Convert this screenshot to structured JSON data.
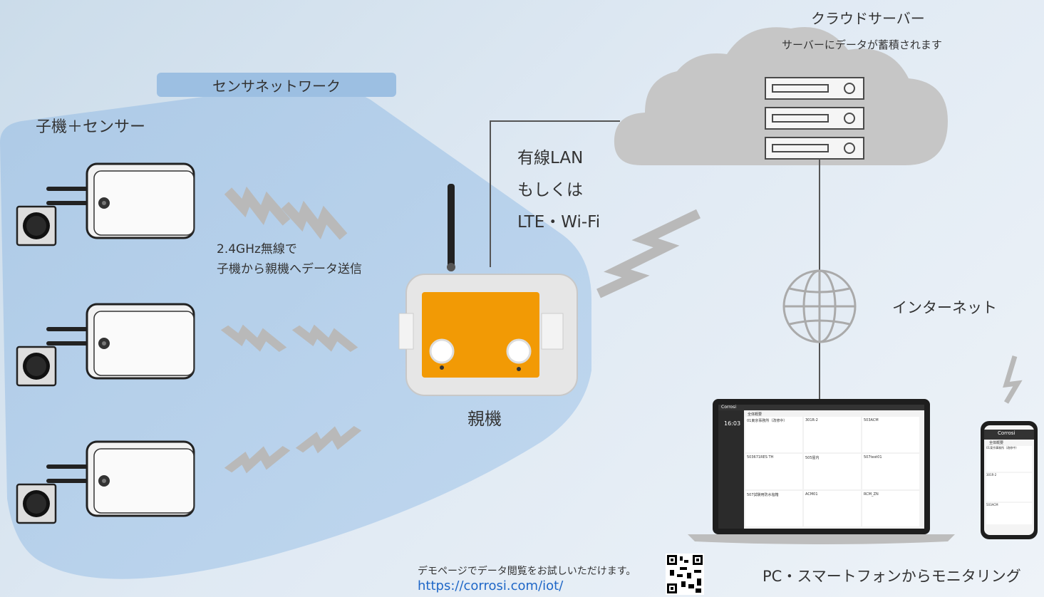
{
  "network_label": "センサネットワーク",
  "child_label": "子機＋センサー",
  "wireless_note": [
    "2.4GHz無線で",
    "子機から親機へデータ送信"
  ],
  "base_unit_label": "親機",
  "connection_note": [
    "有線LAN",
    "もしくは",
    "LTE・Wi-Fi"
  ],
  "cloud": {
    "title": "クラウドサーバー",
    "subtitle": "サーバーにデータが蓄積されます"
  },
  "internet_label": "インターネット",
  "monitoring_label": "PC・スマートフォンからモニタリング",
  "demo": {
    "text": "デモページでデータ閲覧をお試しいただけます。",
    "url": "https://corrosi.com/iot/"
  },
  "laptop_screen": {
    "brand": "Corrosi",
    "header": "全体概要",
    "time": "16:03",
    "cards": [
      "01東京事務所（改修中）",
      "301R-2",
      "503ACM",
      "503671RES TH",
      "505屋内",
      "507test01",
      "507試験用防水塩箱",
      "ACM01",
      "RCM_ZN"
    ]
  },
  "phone_screen": {
    "brand": "Corrosi",
    "header": "全体概要",
    "cards": [
      "01東京事務所（改修中）",
      "301R-2",
      "503ACM"
    ]
  },
  "colors": {
    "base_unit_panel": "#f29a05",
    "banner": "#9cbfe2",
    "zone": "#b3cfeb",
    "link": "#1f67c7",
    "signal": "#b9b9b9"
  }
}
